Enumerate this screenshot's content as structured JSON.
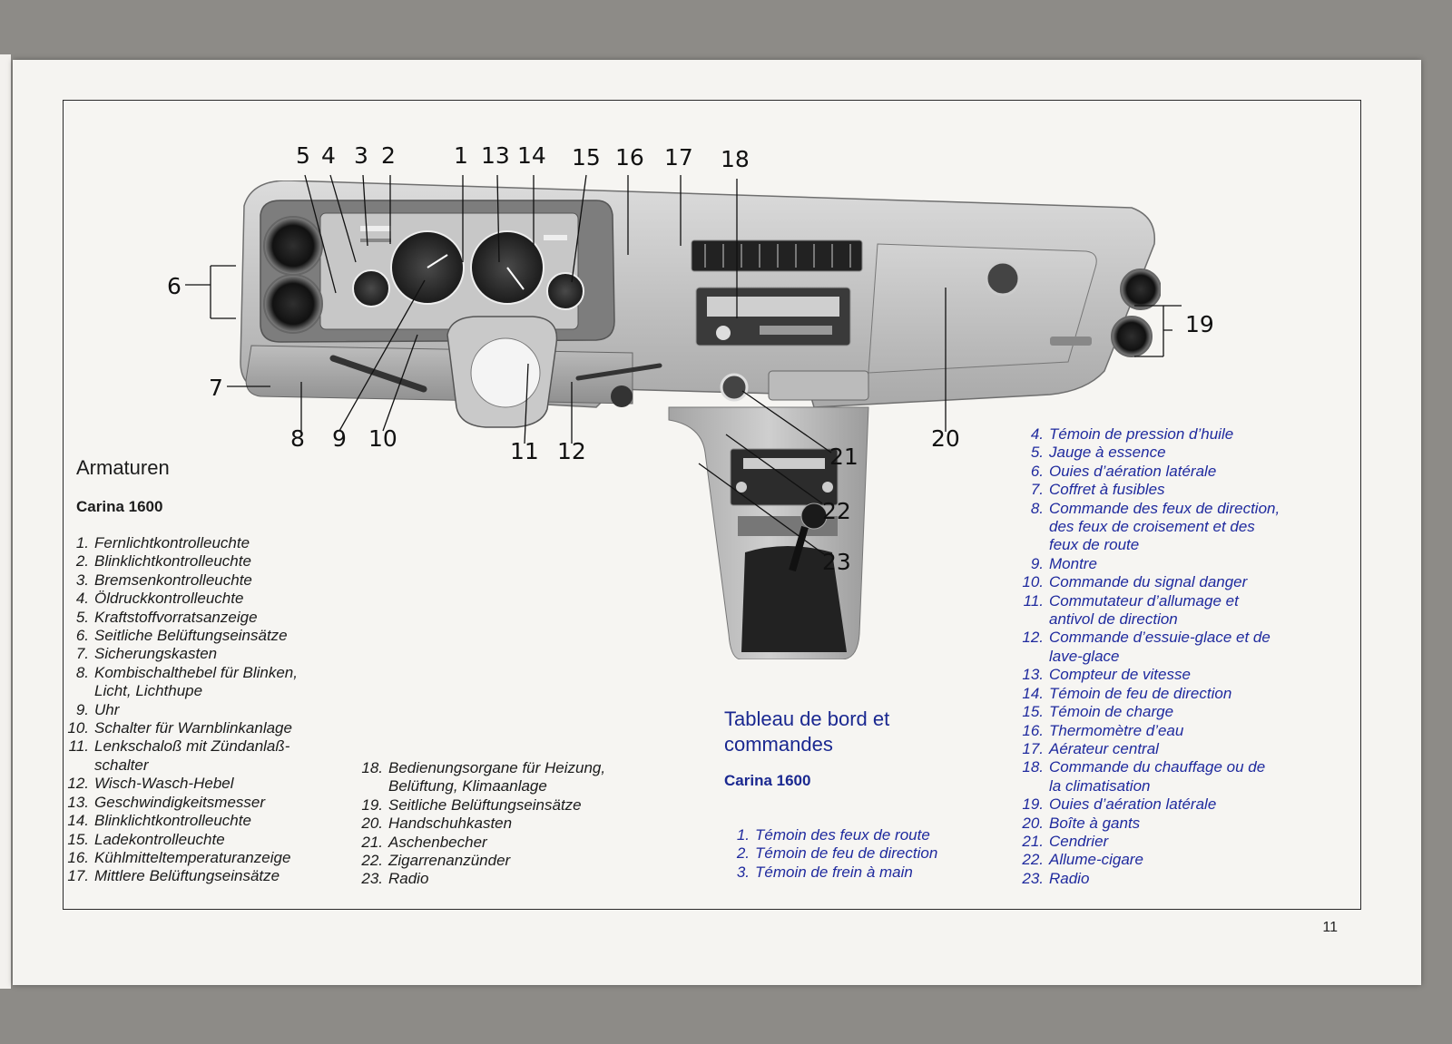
{
  "page_number": "11",
  "diagram": {
    "callouts": [
      "1",
      "2",
      "3",
      "4",
      "5",
      "6",
      "7",
      "8",
      "9",
      "10",
      "11",
      "12",
      "13",
      "14",
      "15",
      "16",
      "17",
      "18",
      "19",
      "20",
      "21",
      "22",
      "23"
    ]
  },
  "german": {
    "heading": "Armaturen",
    "subheading": "Carina 1600",
    "items_col1": [
      {
        "n": "1.",
        "t": "Fernlichtkontrolleuchte"
      },
      {
        "n": "2.",
        "t": "Blinklichtkontrolleuchte"
      },
      {
        "n": "3.",
        "t": "Bremsenkontrolleuchte"
      },
      {
        "n": "4.",
        "t": "Öldruckkontrolleuchte"
      },
      {
        "n": "5.",
        "t": "Kraftstoffvorratsanzeige"
      },
      {
        "n": "6.",
        "t": "Seitliche Belüftungseinsätze"
      },
      {
        "n": "7.",
        "t": "Sicherungskasten"
      },
      {
        "n": "8.",
        "t": "Kombischalthebel für Blinken,\nLicht, Lichthupe"
      },
      {
        "n": "9.",
        "t": "Uhr"
      },
      {
        "n": "10.",
        "t": "Schalter für Warnblinkanlage"
      },
      {
        "n": "11.",
        "t": "Lenkschaloß mit Zündanlaß-\nschalter"
      },
      {
        "n": "12.",
        "t": "Wisch-Wasch-Hebel"
      },
      {
        "n": "13.",
        "t": "Geschwindigkeitsmesser"
      },
      {
        "n": "14.",
        "t": "Blinklichtkontrolleuchte"
      },
      {
        "n": "15.",
        "t": "Ladekontrolleuchte"
      },
      {
        "n": "16.",
        "t": "Kühlmitteltemperaturanzeige"
      },
      {
        "n": "17.",
        "t": "Mittlere Belüftungseinsätze"
      }
    ],
    "items_col2": [
      {
        "n": "18.",
        "t": "Bedienungsorgane für Heizung,\nBelüftung, Klimaanlage"
      },
      {
        "n": "19.",
        "t": "Seitliche Belüftungseinsätze"
      },
      {
        "n": "20.",
        "t": "Handschuhkasten"
      },
      {
        "n": "21.",
        "t": "Aschenbecher"
      },
      {
        "n": "22.",
        "t": "Zigarrenanzünder"
      },
      {
        "n": "23.",
        "t": "Radio"
      }
    ]
  },
  "french": {
    "heading": "Tableau de bord et\ncommandes",
    "subheading": "Carina 1600",
    "items_col1": [
      {
        "n": "1.",
        "t": "Témoin des feux de route"
      },
      {
        "n": "2.",
        "t": "Témoin de feu de direction"
      },
      {
        "n": "3.",
        "t": "Témoin de frein à main"
      }
    ],
    "items_col2": [
      {
        "n": "4.",
        "t": "Témoin de pression d’huile"
      },
      {
        "n": "5.",
        "t": "Jauge à essence"
      },
      {
        "n": "6.",
        "t": "Ouies d’aération latérale"
      },
      {
        "n": "7.",
        "t": "Coffret à fusibles"
      },
      {
        "n": "8.",
        "t": "Commande des feux de direction,\ndes feux de croisement et des\nfeux de route"
      },
      {
        "n": "9.",
        "t": "Montre"
      },
      {
        "n": "10.",
        "t": "Commande du signal danger"
      },
      {
        "n": "11.",
        "t": "Commutateur d’allumage et\nantivol de direction"
      },
      {
        "n": "12.",
        "t": "Commande d’essuie-glace et de\nlave-glace"
      },
      {
        "n": "13.",
        "t": "Compteur de vitesse"
      },
      {
        "n": "14.",
        "t": "Témoin de feu de direction"
      },
      {
        "n": "15.",
        "t": "Témoin de charge"
      },
      {
        "n": "16.",
        "t": "Thermomètre d’eau"
      },
      {
        "n": "17.",
        "t": "Aérateur central"
      },
      {
        "n": "18.",
        "t": "Commande du chauffage ou de\nla climatisation"
      },
      {
        "n": "19.",
        "t": "Ouies d’aération latérale"
      },
      {
        "n": "20.",
        "t": "Boîte à gants"
      },
      {
        "n": "21.",
        "t": "Cendrier"
      },
      {
        "n": "22.",
        "t": "Allume-cigare"
      },
      {
        "n": "23.",
        "t": "Radio"
      }
    ]
  }
}
